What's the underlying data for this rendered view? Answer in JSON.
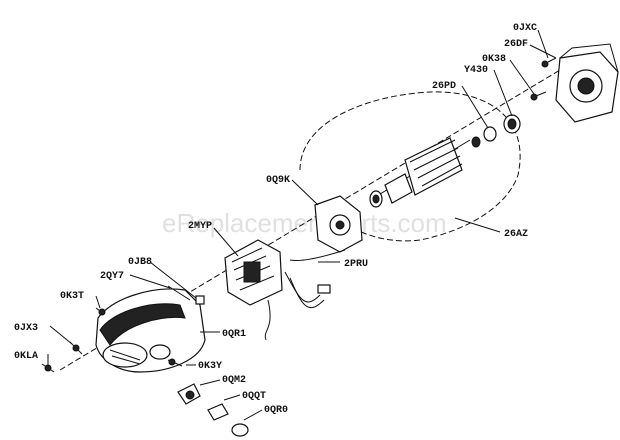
{
  "watermark": "eReplacementParts.com",
  "labels": {
    "p0JXC": "0JXC",
    "p26DF": "26DF",
    "p0K38": "0K38",
    "pY430": "Y430",
    "p26PD": "26PD",
    "p0Q9K": "0Q9K",
    "p2MYP": "2MYP",
    "p26AZ": "26AZ",
    "p0JB8": "0JB8",
    "p2QY7": "2QY7",
    "p2PRU": "2PRU",
    "p0K3T": "0K3T",
    "p0JX3": "0JX3",
    "p0QR1": "0QR1",
    "p0KLA": "0KLA",
    "p0K3Y": "0K3Y",
    "p0QM2": "0QM2",
    "p0QQT": "0QQT",
    "p0QR0": "0QR0"
  }
}
